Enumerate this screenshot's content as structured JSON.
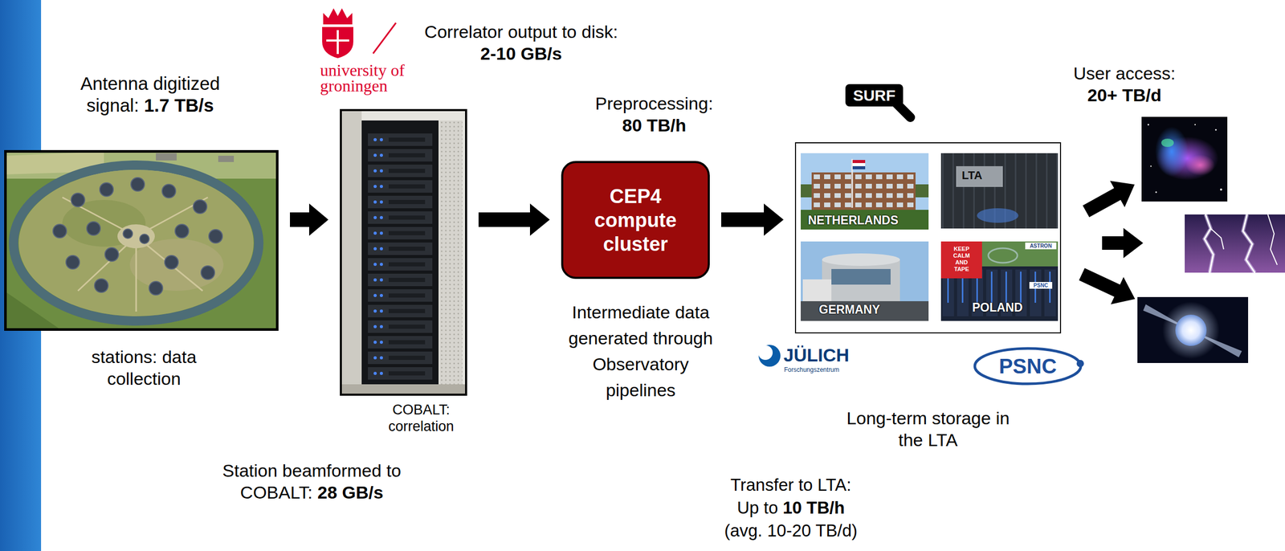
{
  "diagram": {
    "nodes": [
      {
        "text": [
          "stations: data collection"
        ]
      },
      {
        "text": [
          "COBALT: correlation"
        ]
      },
      {
        "text": [
          "CEP4 compute cluster"
        ]
      },
      {
        "text": [
          "Long-term storage in the LTA"
        ]
      },
      {
        "text": [
          "NETHERLANDS"
        ],
        "in": 3
      },
      {
        "text": [
          "LTA"
        ],
        "in": 3
      },
      {
        "text": [
          "GERMANY"
        ],
        "in": 3
      },
      {
        "text": [
          "KEEP CALM AND TAPE",
          "ASTRON",
          "PSNC",
          "POLAND"
        ],
        "in": 3
      }
    ],
    "edges": [
      {
        "from": 0,
        "to": 1,
        "arrow": "to"
      },
      {
        "from": 1,
        "to": 2,
        "arrow": "to"
      },
      {
        "from": 2,
        "to": 3,
        "arrow": "to"
      }
    ],
    "labels": [
      "Antenna digitized signal: 1.7 TB/s",
      "university of groningen",
      "Correlator output to disk: 2-10 GB/s",
      "Station beamformed to COBALT: 28 GB/s",
      "Preprocessing: 80 TB/h",
      "Intermediate data generated through Observatory pipelines",
      "SURF",
      "JÜLICH",
      "Forschungszentrum",
      "PSNC",
      "Transfer to LTA: Up to 10 TB/h (avg. 10-20 TB/d)",
      "User access: 20+ TB/d"
    ]
  }
}
